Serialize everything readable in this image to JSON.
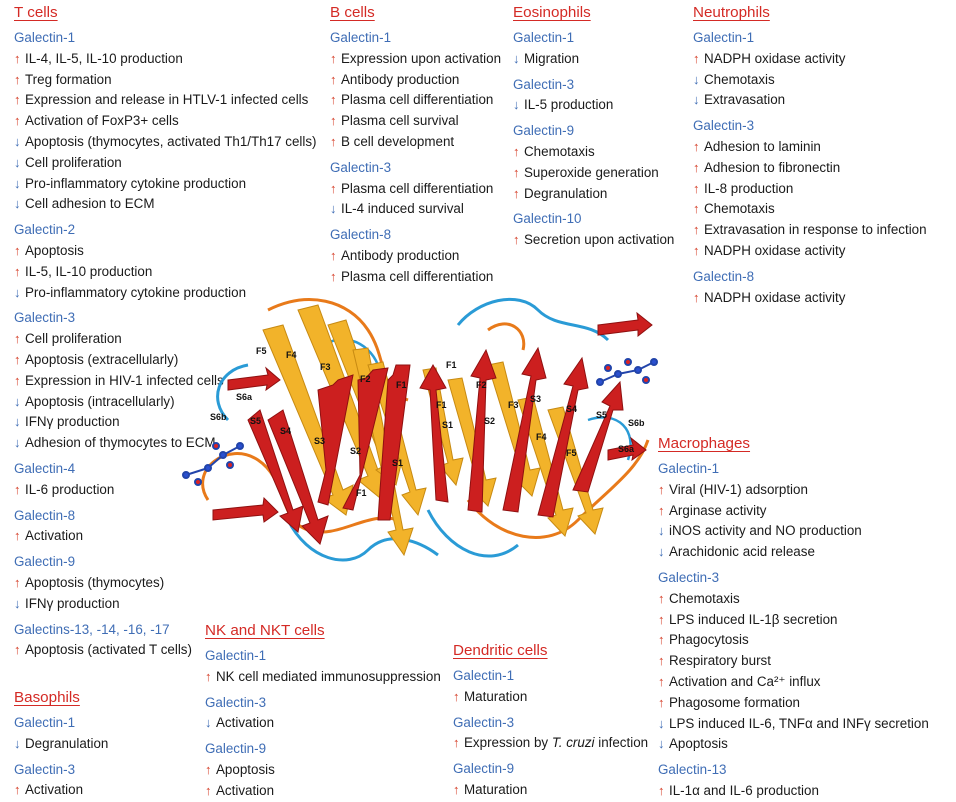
{
  "arrows": {
    "up": "↑",
    "down": "↓"
  },
  "colors": {
    "title": "#d42a25",
    "galectin": "#3f6db5",
    "up": "#d6422c",
    "down": "#3f6db5",
    "strand_red": "#cc1f1f",
    "strand_yellow": "#f2b32a",
    "loop_orange": "#e87a1a",
    "loop_blue": "#2a9bd6"
  },
  "panels": [
    {
      "id": "t-cells",
      "title": "T cells",
      "groups": [
        {
          "galectin": "Galectin-1",
          "items": [
            {
              "dir": "up",
              "text": "IL-4, IL-5, IL-10 production"
            },
            {
              "dir": "up",
              "text": "Treg formation"
            },
            {
              "dir": "up",
              "text": "Expression and release in HTLV-1 infected cells"
            },
            {
              "dir": "up",
              "text": "Activation of FoxP3+ cells"
            },
            {
              "dir": "down",
              "text": "Apoptosis (thymocytes, activated Th1/Th17 cells)"
            },
            {
              "dir": "down",
              "text": "Cell proliferation"
            },
            {
              "dir": "down",
              "text": "Pro-inflammatory cytokine production"
            },
            {
              "dir": "down",
              "text": "Cell adhesion to ECM"
            }
          ]
        },
        {
          "galectin": "Galectin-2",
          "items": [
            {
              "dir": "up",
              "text": "Apoptosis"
            },
            {
              "dir": "up",
              "text": "IL-5, IL-10 production"
            },
            {
              "dir": "down",
              "text": "Pro-inflammatory cytokine production"
            }
          ]
        },
        {
          "galectin": "Galectin-3",
          "items": [
            {
              "dir": "up",
              "text": "Cell proliferation"
            },
            {
              "dir": "up",
              "text": "Apoptosis (extracellularly)"
            },
            {
              "dir": "up",
              "text": "Expression in HIV-1 infected cells"
            },
            {
              "dir": "down",
              "text": "Apoptosis (intracellularly)"
            },
            {
              "dir": "down",
              "text": "IFNγ production"
            },
            {
              "dir": "down",
              "text": "Adhesion of thymocytes to ECM"
            }
          ]
        },
        {
          "galectin": "Galectin-4",
          "items": [
            {
              "dir": "up",
              "text": "IL-6 production"
            }
          ]
        },
        {
          "galectin": "Galectin-8",
          "items": [
            {
              "dir": "up",
              "text": "Activation"
            }
          ]
        },
        {
          "galectin": "Galectin-9",
          "items": [
            {
              "dir": "up",
              "text": "Apoptosis (thymocytes)"
            },
            {
              "dir": "down",
              "text": "IFNγ production"
            }
          ]
        },
        {
          "galectin": "Galectins-13, -14, -16, -17",
          "items": [
            {
              "dir": "up",
              "text": "Apoptosis (activated T cells)"
            }
          ]
        }
      ]
    },
    {
      "id": "b-cells",
      "title": "B cells",
      "groups": [
        {
          "galectin": "Galectin-1",
          "items": [
            {
              "dir": "up",
              "text": "Expression upon activation"
            },
            {
              "dir": "up",
              "text": "Antibody production"
            },
            {
              "dir": "up",
              "text": "Plasma cell differentiation"
            },
            {
              "dir": "up",
              "text": "Plasma cell survival"
            },
            {
              "dir": "up",
              "text": "B cell development"
            }
          ]
        },
        {
          "galectin": "Galectin-3",
          "items": [
            {
              "dir": "up",
              "text": "Plasma cell differentiation"
            },
            {
              "dir": "down",
              "text": "IL-4 induced survival"
            }
          ]
        },
        {
          "galectin": "Galectin-8",
          "items": [
            {
              "dir": "up",
              "text": "Antibody production"
            },
            {
              "dir": "up",
              "text": "Plasma cell differentiation"
            }
          ]
        }
      ]
    },
    {
      "id": "eosinophils",
      "title": "Eosinophils",
      "groups": [
        {
          "galectin": "Galectin-1",
          "items": [
            {
              "dir": "down",
              "text": "Migration"
            }
          ]
        },
        {
          "galectin": "Galectin-3",
          "items": [
            {
              "dir": "down",
              "text": "IL-5 production"
            }
          ]
        },
        {
          "galectin": "Galectin-9",
          "items": [
            {
              "dir": "up",
              "text": "Chemotaxis"
            },
            {
              "dir": "up",
              "text": "Superoxide generation"
            },
            {
              "dir": "up",
              "text": "Degranulation"
            }
          ]
        },
        {
          "galectin": "Galectin-10",
          "items": [
            {
              "dir": "up",
              "text": "Secretion upon activation"
            }
          ]
        }
      ]
    },
    {
      "id": "neutrophils",
      "title": "Neutrophils",
      "groups": [
        {
          "galectin": "Galectin-1",
          "items": [
            {
              "dir": "up",
              "text": "NADPH oxidase activity"
            },
            {
              "dir": "down",
              "text": "Chemotaxis"
            },
            {
              "dir": "down",
              "text": "Extravasation"
            }
          ]
        },
        {
          "galectin": "Galectin-3",
          "items": [
            {
              "dir": "up",
              "text": "Adhesion to laminin"
            },
            {
              "dir": "up",
              "text": "Adhesion to fibronectin"
            },
            {
              "dir": "up",
              "text": "IL-8 production"
            },
            {
              "dir": "up",
              "text": "Chemotaxis"
            },
            {
              "dir": "up",
              "text": "Extravasation in response to infection"
            },
            {
              "dir": "up",
              "text": "NADPH oxidase activity"
            }
          ]
        },
        {
          "galectin": "Galectin-8",
          "items": [
            {
              "dir": "up",
              "text": "NADPH oxidase activity"
            }
          ]
        }
      ]
    },
    {
      "id": "macrophages",
      "title": "Macrophages",
      "groups": [
        {
          "galectin": "Galectin-1",
          "items": [
            {
              "dir": "up",
              "text": "Viral (HIV-1) adsorption"
            },
            {
              "dir": "up",
              "text": "Arginase activity"
            },
            {
              "dir": "down",
              "text": "iNOS activity and NO production"
            },
            {
              "dir": "down",
              "text": "Arachidonic acid release"
            }
          ]
        },
        {
          "galectin": "Galectin-3",
          "items": [
            {
              "dir": "up",
              "text": "Chemotaxis"
            },
            {
              "dir": "up",
              "text": "LPS induced IL-1β secretion"
            },
            {
              "dir": "up",
              "text": "Phagocytosis"
            },
            {
              "dir": "up",
              "text": "Respiratory burst"
            },
            {
              "dir": "up",
              "text": "Activation and Ca²⁺ influx"
            },
            {
              "dir": "up",
              "text": "Phagosome formation"
            },
            {
              "dir": "down",
              "text": "LPS induced IL-6, TNFα and INFγ secretion"
            },
            {
              "dir": "down",
              "text": "Apoptosis"
            }
          ]
        },
        {
          "galectin": "Galectin-13",
          "items": [
            {
              "dir": "up",
              "text": "IL-1α and IL-6 production"
            }
          ]
        }
      ]
    },
    {
      "id": "nk-nkt-cells",
      "title": "NK and NKT cells",
      "groups": [
        {
          "galectin": "Galectin-1",
          "items": [
            {
              "dir": "up",
              "text": "NK cell mediated immunosuppression"
            }
          ]
        },
        {
          "galectin": "Galectin-3",
          "items": [
            {
              "dir": "down",
              "text": "Activation"
            }
          ]
        },
        {
          "galectin": "Galectin-9",
          "items": [
            {
              "dir": "up",
              "text": "Apoptosis"
            },
            {
              "dir": "up",
              "text": "Activation"
            }
          ]
        }
      ]
    },
    {
      "id": "dendritic-cells",
      "title": "Dendritic cells",
      "groups": [
        {
          "galectin": "Galectin-1",
          "items": [
            {
              "dir": "up",
              "text": "Maturation"
            }
          ]
        },
        {
          "galectin": "Galectin-3",
          "items": [
            {
              "dir": "up",
              "text": "Expression by ",
              "italic": "T. cruzi",
              "tail": " infection"
            }
          ]
        },
        {
          "galectin": "Galectin-9",
          "items": [
            {
              "dir": "up",
              "text": "Maturation"
            }
          ]
        }
      ]
    },
    {
      "id": "basophils",
      "title": "Basophils",
      "groups": [
        {
          "galectin": "Galectin-1",
          "items": [
            {
              "dir": "down",
              "text": "Degranulation"
            }
          ]
        },
        {
          "galectin": "Galectin-3",
          "items": [
            {
              "dir": "up",
              "text": "Activation"
            }
          ]
        }
      ]
    }
  ],
  "structure": {
    "labels_left": [
      "F5",
      "F4",
      "F3",
      "F2",
      "F1",
      "S6a",
      "S6b",
      "S5",
      "S4",
      "S3",
      "S2",
      "S1",
      "F1"
    ],
    "labels_right": [
      "F1",
      "F1",
      "F2",
      "F3",
      "S3",
      "S4",
      "S5",
      "S6b",
      "S6a",
      "S1",
      "S2",
      "F4",
      "F5"
    ]
  }
}
